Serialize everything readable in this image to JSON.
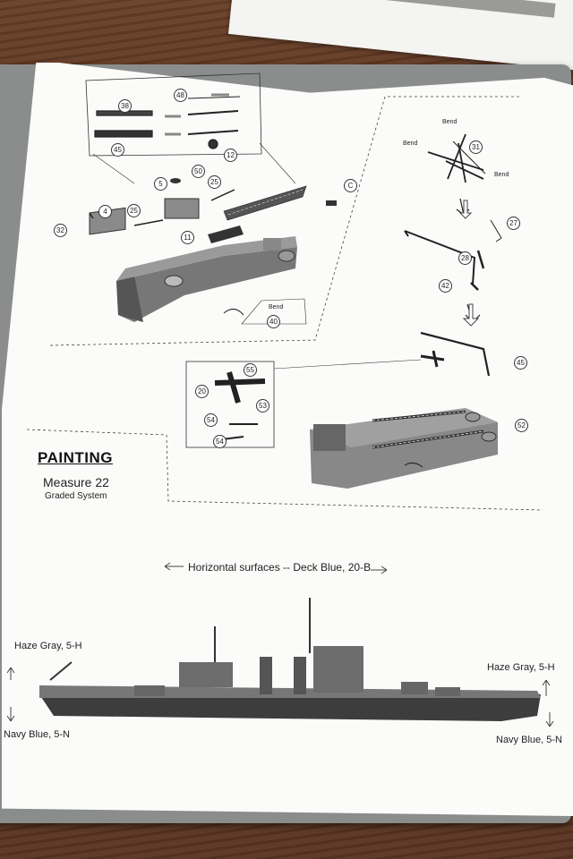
{
  "painting": {
    "title": "PAINTING",
    "scheme": "Measure 22",
    "system": "Graded System",
    "horizontal": "Horizontal surfaces -- Deck Blue, 20-B",
    "haze_left": "Haze Gray, 5-H",
    "haze_right": "Haze Gray, 5-H",
    "navy_left": "Navy Blue, 5-N",
    "navy_right": "Navy Blue, 5-N"
  },
  "parts": {
    "p38": "38",
    "p48": "48",
    "p45": "45",
    "p12": "12",
    "p50": "50",
    "p5": "5",
    "p25a": "25",
    "p4": "4",
    "p25b": "25",
    "p11": "11",
    "p32": "32",
    "pC": "C",
    "p40": "40",
    "p31": "31",
    "p27": "27",
    "p28": "28",
    "p42": "42",
    "p55": "55",
    "p20": "20",
    "p53": "53",
    "p54a": "54",
    "p54b": "54",
    "p45b": "45",
    "p52": "52"
  },
  "bend_label": "Bend"
}
